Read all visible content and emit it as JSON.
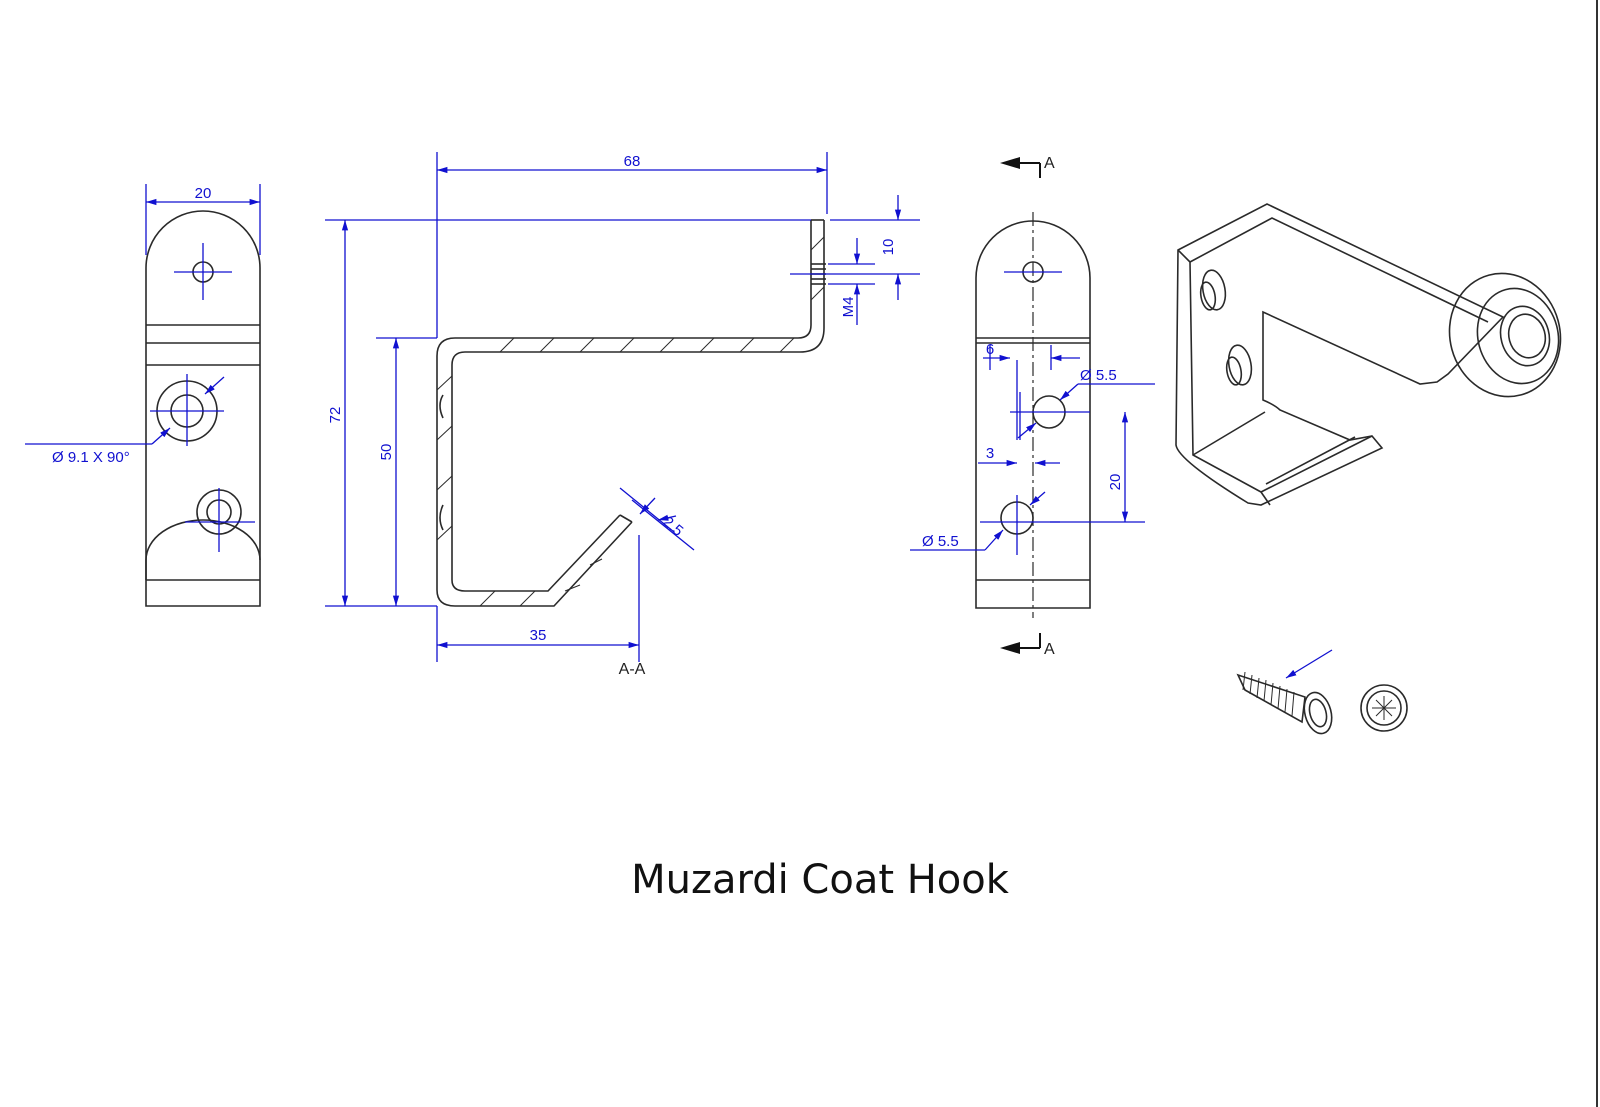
{
  "title": "Muzardi Coat Hook",
  "colors": {
    "dimension": "#1010d0",
    "outline": "#2a2a2a",
    "background": "#ffffff"
  },
  "front_view": {
    "width_dim": "20",
    "hole_note": "Ø 9.1 X 90°"
  },
  "side_section": {
    "length_dim": "68",
    "height_dim": "72",
    "inner_height_dim": "50",
    "tip_dim": "35",
    "thickness_dim": "2.5",
    "thread_offset_dim": "10",
    "thread_label": "M4",
    "section_label": "A-A"
  },
  "back_view": {
    "section_marker_top": "A",
    "section_marker_bottom": "A",
    "offset_top_dim": "6",
    "offset_bottom_dim": "3",
    "hole_top_dim": "Ø 5.5",
    "hole_bottom_dim": "Ø 5.5",
    "hole_spacing_dim": "20"
  },
  "icons": [
    "screw-icon",
    "screw-head-icon"
  ]
}
